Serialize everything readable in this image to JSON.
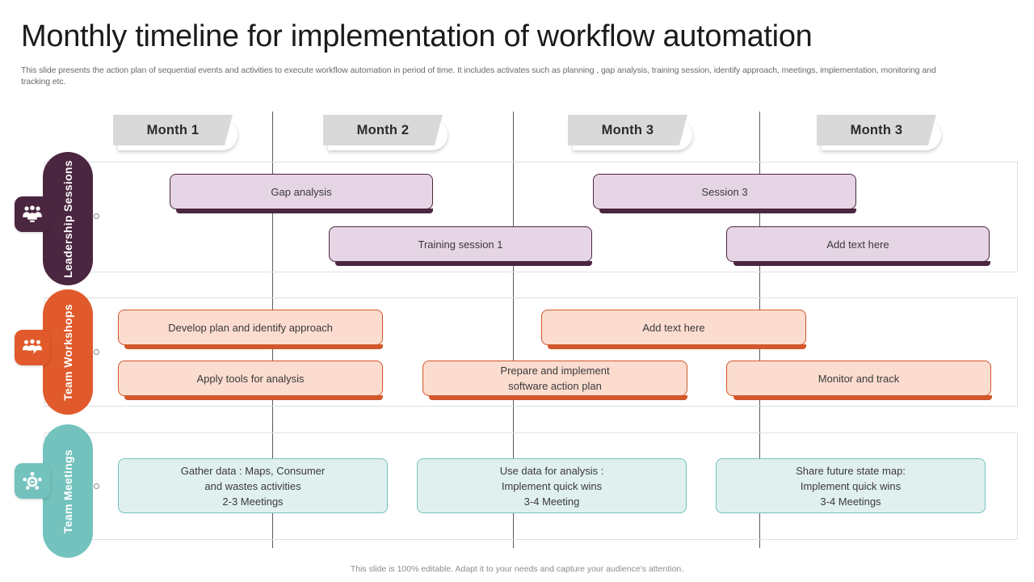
{
  "header": {
    "title": "Monthly timeline for implementation of workflow automation",
    "subtitle": "This slide presents the action plan of sequential events and activities to execute workflow automation in period of time. It includes activates such as planning , gap analysis, training session, identify approach, meetings, implementation, monitoring and tracking etc."
  },
  "footer": {
    "note": "This slide is 100% editable. Adapt it to your needs and capture your audience's attention."
  },
  "colors": {
    "month_chip_bg": "#d9d9d9",
    "leadership_dark": "#4b2640",
    "leadership_bar_fill": "#e6d5e5",
    "leadership_bar_border": "#4b2640",
    "workshops_dark": "#e05a2b",
    "workshops_bar_fill": "#fbdccf",
    "workshops_bar_border": "#d2572a",
    "meetings_dark": "#73c2bd",
    "meetings_bar_fill": "#e0f0ef",
    "meetings_bar_border": "#73c2bd",
    "divider": "#5a5a5a",
    "band_border": "#e0e0e0"
  },
  "months": [
    {
      "label": "Month 1"
    },
    {
      "label": "Month 2"
    },
    {
      "label": "Month 3"
    },
    {
      "label": "Month 3"
    }
  ],
  "rows": [
    {
      "category": "Leadership Sessions",
      "icon": "team-group-icon",
      "bars": [
        {
          "label": "Gap analysis"
        },
        {
          "label": "Session 3"
        },
        {
          "label": "Training session 1"
        },
        {
          "label": "Add text here"
        }
      ]
    },
    {
      "category": "Team Workshops",
      "icon": "team-gear-icon",
      "bars": [
        {
          "label": "Develop plan and identify approach"
        },
        {
          "label": "Add text here"
        },
        {
          "label": "Apply tools for analysis"
        },
        {
          "label": "Prepare and implement\nsoftware action plan"
        },
        {
          "label": "Monitor and track"
        }
      ]
    },
    {
      "category": "Team Meetings",
      "icon": "team-star-icon",
      "bars": [
        {
          "label": "Gather data : Maps, Consumer\nand wastes activities\n2-3 Meetings"
        },
        {
          "label": "Use data for analysis :\nImplement  quick wins\n3-4 Meeting"
        },
        {
          "label": "Share future  state map:\nImplement  quick wins\n3-4 Meetings"
        }
      ]
    }
  ]
}
